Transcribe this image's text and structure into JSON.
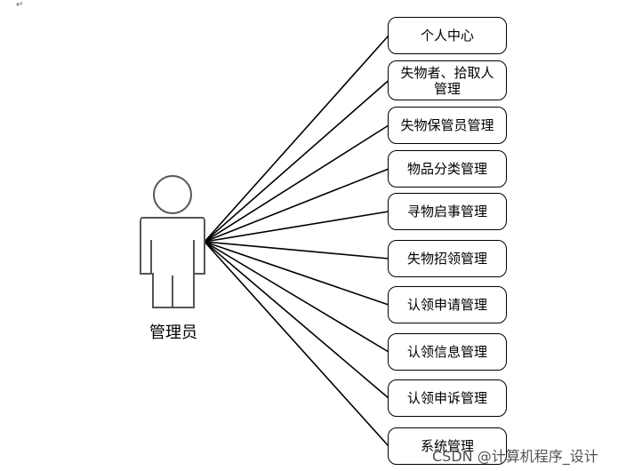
{
  "corner_mark": "↵",
  "actor": {
    "label": "管理员",
    "icon": "person-icon"
  },
  "use_cases": [
    {
      "label": "个人中心"
    },
    {
      "label": "失物者、拾取人管理"
    },
    {
      "label": "失物保管员管理"
    },
    {
      "label": "物品分类管理"
    },
    {
      "label": "寻物启事管理"
    },
    {
      "label": "失物招领管理"
    },
    {
      "label": "认领申请管理"
    },
    {
      "label": "认领信息管理"
    },
    {
      "label": "认领申诉管理"
    },
    {
      "label": "系统管理"
    }
  ],
  "watermark": "CSDN @计算机程序_设计",
  "colors": {
    "stroke": "#000000",
    "actor_stroke": "#555555",
    "background": "#ffffff"
  }
}
